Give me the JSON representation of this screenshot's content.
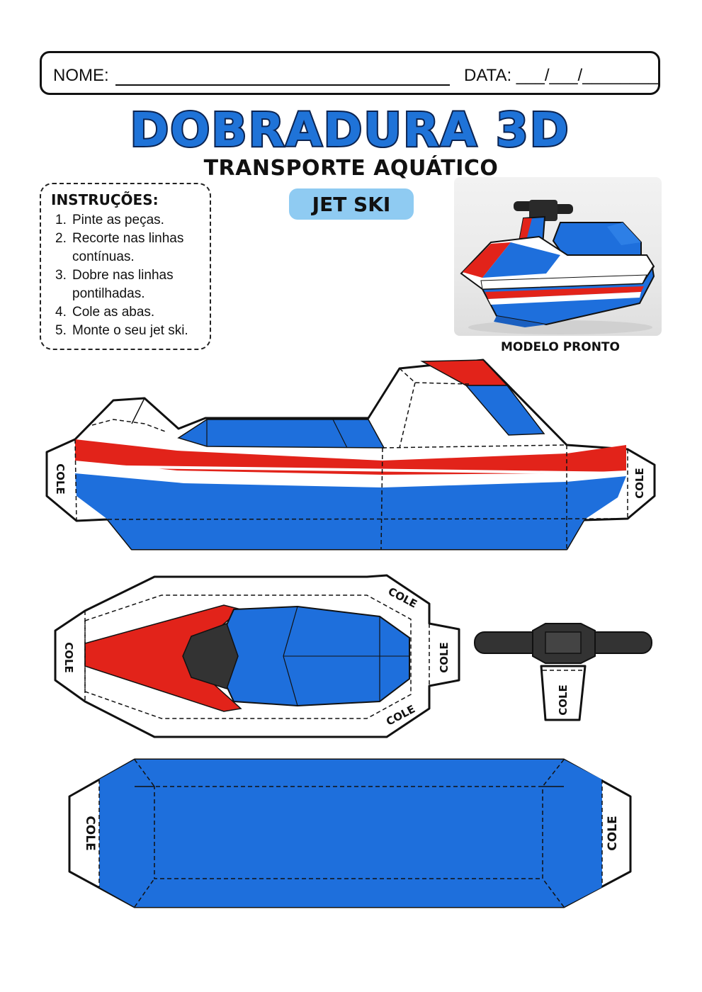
{
  "header": {
    "name_label": "NOME:",
    "date_label": "DATA: ___/___/________"
  },
  "title": "DOBRADURA 3D",
  "subtitle": "TRANSPORTE AQUÁTICO",
  "badge": "JET SKI",
  "instructions": {
    "title": "INSTRUÇÕES:",
    "items": [
      {
        "number": "1.",
        "lines": [
          "Pinte as peças."
        ]
      },
      {
        "number": "2.",
        "lines": [
          "Recorte nas linhas",
          "contínuas."
        ]
      },
      {
        "number": "3.",
        "lines": [
          "Dobre nas linhas",
          "pontilhadas."
        ]
      },
      {
        "number": "4.",
        "lines": [
          "Cole as abas."
        ]
      },
      {
        "number": "5.",
        "lines": [
          "Monte o seu jet ski."
        ]
      }
    ]
  },
  "model_caption": "MODELO PRONTO",
  "tab_label": "COLE",
  "colors": {
    "title_blue": "#1f73d8",
    "hull_blue": "#1e6fdc",
    "stripe_red": "#e2231a",
    "badge_bg": "#8fcbf2",
    "handle_dark": "#333333"
  }
}
